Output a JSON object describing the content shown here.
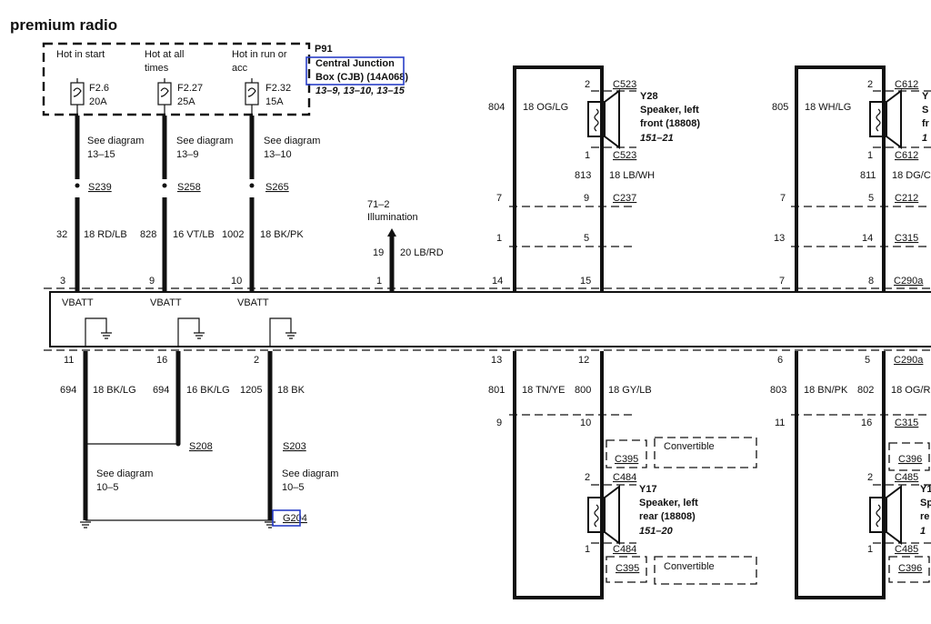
{
  "title": "premium radio",
  "cjb": {
    "id": "P91",
    "name_line1": "Central Junction",
    "name_line2": "Box (CJB) (14A068)",
    "refs": "13–9, 13–10, 13–15",
    "fuses": [
      {
        "hot_l1": "Hot in start",
        "hot_l2": "",
        "fuse": "F2.6",
        "amps": "20A",
        "see_label": "See diagram",
        "see_ref": "13–15",
        "splice": "S239",
        "circuit": "32",
        "wire": "18 RD/LB",
        "pin": "3"
      },
      {
        "hot_l1": "Hot at all",
        "hot_l2": "times",
        "fuse": "F2.27",
        "amps": "25A",
        "see_label": "See diagram",
        "see_ref": "13–9",
        "splice": "S258",
        "circuit": "828",
        "wire": "16 VT/LB",
        "pin": "9"
      },
      {
        "hot_l1": "Hot in run or",
        "hot_l2": "acc",
        "fuse": "F2.32",
        "amps": "15A",
        "see_label": "See diagram",
        "see_ref": "13–10",
        "splice": "S265",
        "circuit": "1002",
        "wire": "18 BK/PK",
        "pin": "10"
      }
    ]
  },
  "illumination": {
    "ref": "71–2",
    "label": "Illumination",
    "circuit": "19",
    "wire": "20 LB/RD",
    "pin": "1"
  },
  "radio": {
    "vbatt": [
      "VBATT",
      "VBATT",
      "VBATT"
    ],
    "bottom": [
      {
        "pin": "11",
        "circuit": "694",
        "wire": "18 BK/LG"
      },
      {
        "pin": "16",
        "circuit": "694",
        "wire": "16 BK/LG"
      },
      {
        "pin": "2",
        "circuit": "1205",
        "wire": "18 BK"
      }
    ],
    "splice_s208": "S208",
    "splice_s203": "S203",
    "ground": "G204",
    "see1_label": "See diagram",
    "see1_ref": "10–5",
    "see2_label": "See diagram",
    "see2_ref": "10–5"
  },
  "front_left": {
    "pin_top_left": "14",
    "pin_top_right": "15",
    "c_top": "C523",
    "c_bot": "C523",
    "pin_a": "2",
    "pin_b": "1",
    "id": "Y28",
    "name_l1": "Speaker, left",
    "name_l2": "front (18808)",
    "ref": "151–21",
    "circ_a": "804",
    "wire_a": "18 OG/LG",
    "circ_b": "813",
    "wire_b": "18 LB/WH",
    "c237_l": "7",
    "c237_r": "9",
    "c237": "C237",
    "c315_l": "1",
    "c315_r": "5"
  },
  "front_right": {
    "pin_top_left": "7",
    "pin_top_right": "8",
    "c_top": "C612",
    "c_bot": "C612",
    "pin_a": "2",
    "pin_b": "1",
    "circ_a": "805",
    "wire_a": "18 WH/LG",
    "circ_b": "811",
    "wire_b": "18 DG/C",
    "c212_l": "7",
    "c212_r": "5",
    "c212": "C212",
    "c315_l": "13",
    "c315_r": "14",
    "c315": "C315",
    "c290a": "C290a",
    "id_frag": "Y",
    "name_frag1": "S",
    "name_frag2": "fr",
    "ref_frag": "1"
  },
  "rear_left": {
    "pin_top_left": "13",
    "pin_top_right": "12",
    "circ_a": "801",
    "wire_a": "18 TN/YE",
    "circ_b": "800",
    "wire_b": "18 GY/LB",
    "c315_l": "9",
    "c315_r": "10",
    "c395_top": "C395",
    "c395_bot": "C395",
    "convertible": "Convertible",
    "c_top": "C484",
    "c_bot": "C484",
    "pin_a": "2",
    "pin_b": "1",
    "id": "Y17",
    "name_l1": "Speaker, left",
    "name_l2": "rear (18808)",
    "ref": "151–20"
  },
  "rear_right": {
    "pin_top_left": "6",
    "pin_top_right": "5",
    "circ_a": "803",
    "wire_a": "18 BN/PK",
    "circ_b": "802",
    "wire_b": "18 OG/R",
    "c315_l": "11",
    "c315_r": "16",
    "c315": "C315",
    "c290a": "C290a",
    "c396_top": "C396",
    "c396_bot": "C396",
    "c_top": "C485",
    "c_bot": "C485",
    "pin_a": "2",
    "pin_b": "1",
    "id_frag": "Y1",
    "name_frag1": "Sp",
    "name_frag2": "re",
    "ref_frag": "1"
  }
}
